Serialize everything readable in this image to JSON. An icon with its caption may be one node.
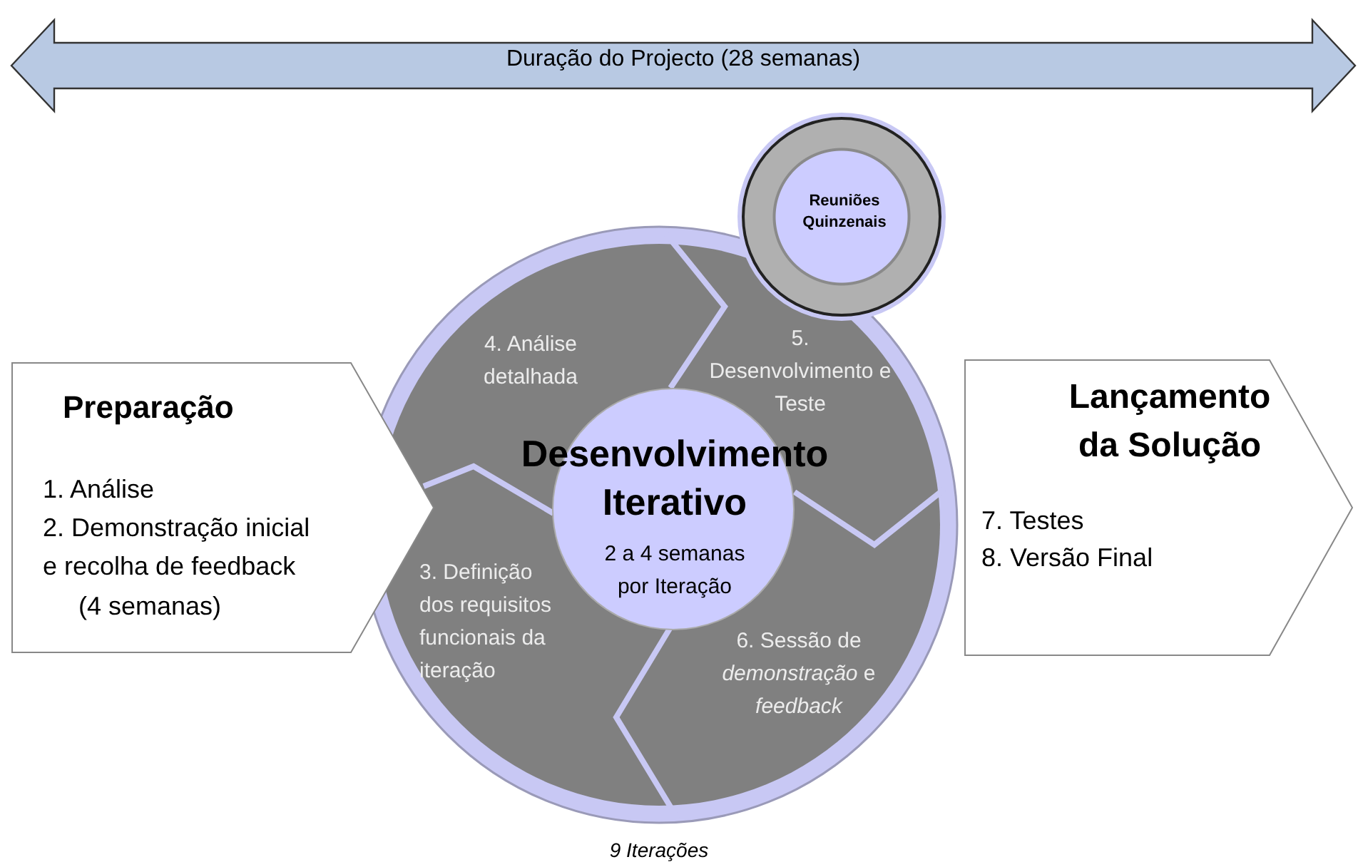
{
  "diagram": {
    "nodes": [
      {
        "text": [
          "Duração do Projecto (28 semanas)"
        ]
      },
      {
        "text": [
          "Preparação",
          "1. Análise",
          "2. Demonstração inicial e recolha de feedback",
          "(4 semanas)"
        ]
      },
      {
        "text": [],
        "shape": "circle",
        "beside": [
          "9 Iterações"
        ]
      },
      {
        "text": [
          "Reuniões Quinzenais"
        ]
      },
      {
        "text": [
          "4. Análise detalhada"
        ],
        "in": 2
      },
      {
        "text": [
          "5. Desenvolvimento e Teste"
        ],
        "in": 2
      },
      {
        "text": [
          "Desenvolvimento Iterativo",
          "2 a 4 semanas por Iteração"
        ],
        "in": 2
      },
      {
        "text": [
          "3. Definição dos requisitos funcionais da iteração"
        ],
        "in": 2
      },
      {
        "text": [
          "6. Sessão de *demonstração* e *feedback*"
        ],
        "in": 2
      },
      {
        "text": [
          "Lançamento da Solução",
          "7. Testes",
          "8. Versão Final"
        ]
      }
    ]
  }
}
